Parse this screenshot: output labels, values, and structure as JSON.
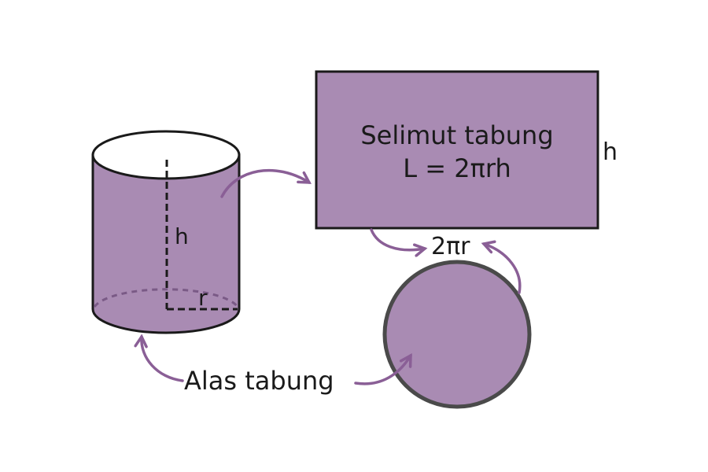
{
  "colors": {
    "fill": "#a98bb3",
    "arrow": "#8a5f96",
    "outline": "#1a1a1a",
    "circle_outline": "#4a4a4a"
  },
  "cylinder": {
    "height_label": "h",
    "radius_label": "r"
  },
  "lateral": {
    "title": "Selimut tabung",
    "formula": "L = 2πrh",
    "height_label": "h",
    "width_label": "2πr"
  },
  "base": {
    "label": "Alas tabung"
  }
}
